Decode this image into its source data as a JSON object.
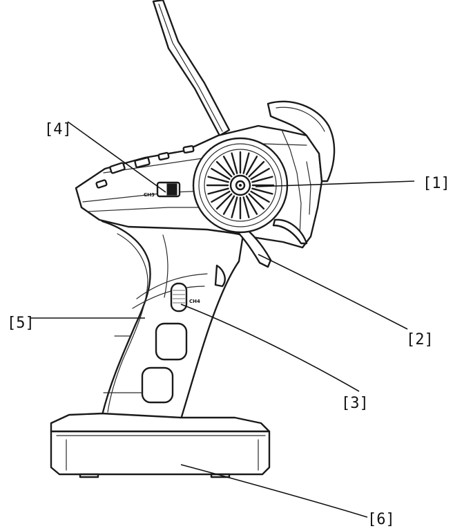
{
  "header": {
    "text": ""
  },
  "callouts": [
    {
      "id": "1",
      "text": "[1]"
    },
    {
      "id": "2",
      "text": "[2]"
    },
    {
      "id": "3",
      "text": "[3]"
    },
    {
      "id": "4",
      "text": "[4]"
    },
    {
      "id": "5",
      "text": "[5]"
    },
    {
      "id": "6",
      "text": "[6]"
    }
  ],
  "switch_labels": {
    "ch3": "CH3",
    "ch4": "CH4"
  }
}
